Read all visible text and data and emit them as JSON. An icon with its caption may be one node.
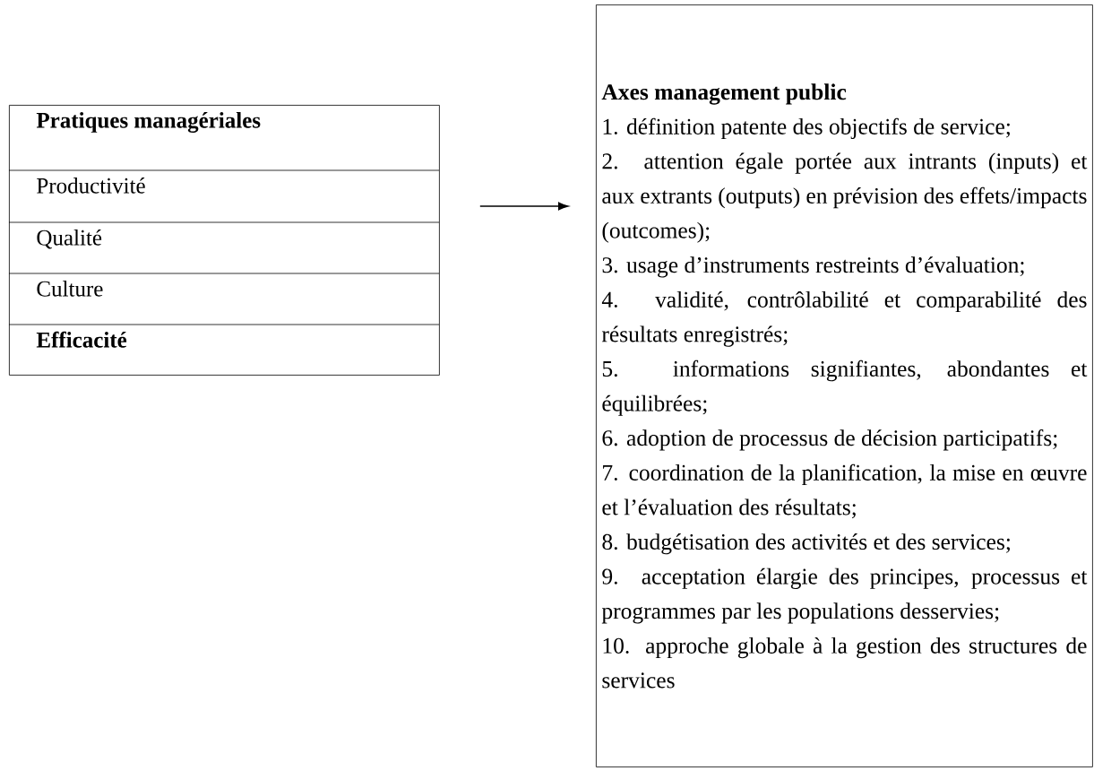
{
  "diagram": {
    "nodes": [
      {
        "text": [
          "Pratiques managériales",
          "Productivité",
          "Qualité",
          "Culture",
          "Efficacité"
        ]
      },
      {
        "text": [
          "Axes management public",
          "1. définition patente des objectifs de service;",
          "2. attention égale portée aux intrants (inputs) et aux extrants (outputs) en prévision des effets/impacts (outcomes);",
          "3. usage d’instruments restreints d’évaluation;",
          "4. validité, contrôlabilité et comparabilité des résultats enregistrés;",
          "5. informations signifiantes, abondantes et équilibrées;",
          "6. adoption de processus de décision participatifs;",
          "7. coordination de la planification, la mise en œuvre et l’évaluation des résultats;",
          "8. budgétisation des activités et des services;",
          "9. acceptation élargie des principes, processus et programmes par les populations desservies;",
          "10. approche globale à la gestion des structures de services"
        ]
      }
    ],
    "edges": [
      {
        "from": 0,
        "to": 1,
        "arrow": "to"
      }
    ]
  }
}
